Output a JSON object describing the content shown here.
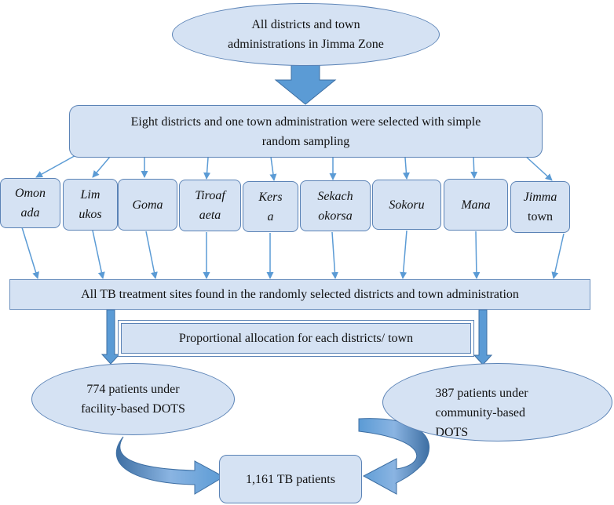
{
  "top": {
    "line1": "All districts and town",
    "line2": "administrations in Jimma Zone"
  },
  "selection": {
    "line1": "Eight districts and one town administration were selected with simple",
    "line2": "random sampling"
  },
  "districts": [
    {
      "line1": "Omon",
      "line2": "ada"
    },
    {
      "line1": "Lim",
      "line2": "ukos"
    },
    {
      "line1": "Goma",
      "line2": ""
    },
    {
      "line1": "Tiroaf",
      "line2": "aeta"
    },
    {
      "line1": "Kers",
      "line2": "a"
    },
    {
      "line1": "Sekach",
      "line2": "okorsa"
    },
    {
      "line1": "Sokoru",
      "line2": ""
    },
    {
      "line1": "Mana",
      "line2": ""
    },
    {
      "line1": "Jimma",
      "line2": "town"
    }
  ],
  "sites": "All TB treatment sites found in the randomly selected districts and town administration",
  "allocation": "Proportional allocation for each districts/ town",
  "facility": {
    "line1": "774 patients under",
    "line2": "facility-based DOTS"
  },
  "community": {
    "line1": "387 patients under",
    "line2": "community-based",
    "line3": "DOTS"
  },
  "total": "1,161 TB patients",
  "colors": {
    "fill": "#d5e2f3",
    "border": "#5b83b6",
    "arrow": "#5b9bd5",
    "arrow_dark": "#3e6fa3"
  }
}
